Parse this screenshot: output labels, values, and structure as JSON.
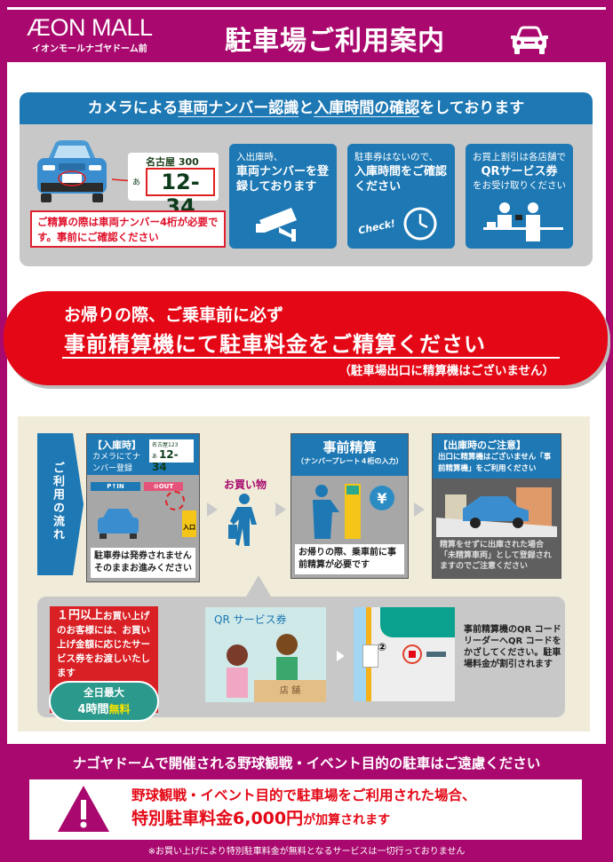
{
  "header": {
    "logo_main": "ÆON MALL",
    "logo_sub": "イオンモールナゴヤドーム前",
    "title": "駐車場ご利用案内",
    "icon": "car-icon"
  },
  "camera_section": {
    "heading_parts": [
      "カメラによる",
      "車両ナンバー認識",
      "と",
      "入庫時間の確認",
      "をしております"
    ],
    "plate": {
      "region": "名古屋 300",
      "kana": "あ",
      "number": "12-34"
    },
    "note": "ご精算の際は車両ナンバー4桁が必要です。事前にご確認ください",
    "cards": [
      {
        "small": "入出庫時、",
        "big": "車両ナンバーを登録しております",
        "icon": "security-camera-icon"
      },
      {
        "small": "駐車券はないので、",
        "big": "入庫時間をご確認ください",
        "icon": "clock-check-icon",
        "badge": "Check!"
      },
      {
        "small": "お買上割引は各店舗で",
        "big": "QRサービス券",
        "small2": "をお受け取りください",
        "icon": "shop-counter-icon"
      }
    ]
  },
  "banner": {
    "line1": "お帰りの際、ご乗車前に必ず",
    "line2": "事前精算機にて駐車料金をご精算ください",
    "line3": "（駐車場出口に精算機はございません）"
  },
  "flow": {
    "tab_label": "ご利用の流れ",
    "steps": [
      {
        "head_title": "【入庫時】",
        "head_text": "カメラにてナンバー登録",
        "plate": {
          "region": "名古屋123",
          "kana": "あ",
          "number": "12-34"
        },
        "signs": [
          "P↑IN",
          "⊖OUT",
          "入口"
        ],
        "foot": "駐車券は発券されませんそのままお進みください"
      },
      {
        "label": "お買い物"
      },
      {
        "head_title": "事前精算",
        "head_sub": "（ナンバープレート４桁の入力）",
        "yen": "¥",
        "foot": "お帰りの際、乗車前に事前精算が必要です"
      },
      {
        "head_title": "【出庫時のご注意】",
        "head_text": "出口に精算機はございません「事前精算機」をご利用ください",
        "foot": "精算をせずに出庫された場合「未精算車両」として登録されますのでご注意ください"
      }
    ],
    "service": {
      "red_bold": "１円以上",
      "red_text": "お買い上げのお客様には、お買い上げ金額に応じたサービス券をお渡しいたします",
      "pill_top": "全日最大",
      "pill_hours": "4時間",
      "pill_free": "無料",
      "qr_label": "QR サービス券",
      "counter_label": "店 舗",
      "step_num": "②",
      "machine_text": "事前精算機のQR コードリーダーへQR コードをかざしてください。駐車場料金が割引されます"
    }
  },
  "bottom": {
    "title": "ナゴヤドームで開催される野球観戦・イベント目的の駐車はご遠慮ください",
    "warn_line1": "野球観戦・イベント目的で駐車場をご利用された場合、",
    "warn_fee": "特別駐車料金6,000円",
    "warn_suffix": "が加算されます",
    "footnote": "※お買い上げにより特別駐車料金が無料となるサービスは一切行っておりません"
  },
  "colors": {
    "brand_magenta": "#a9096e",
    "info_blue": "#1d78b4",
    "alert_red": "#e40816",
    "flow_bg": "#f1ecd9",
    "free_green": "#2b9a8c"
  }
}
